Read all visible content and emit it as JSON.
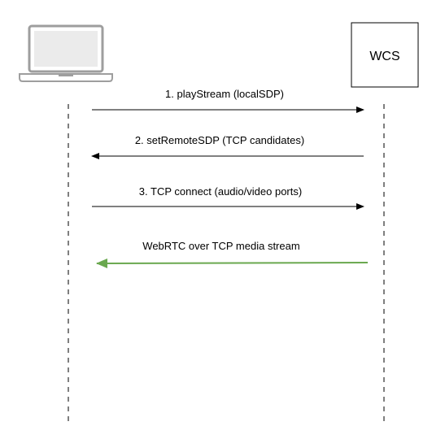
{
  "diagram": {
    "client": {
      "icon": "laptop-icon"
    },
    "server": {
      "label": "WCS"
    },
    "colors": {
      "arrow_default": "#000000",
      "arrow_media": "#6aa84f",
      "laptop": "#9e9e9e",
      "lifeline": "#555555"
    },
    "messages": [
      {
        "label": "1. playStream (localSDP)",
        "direction": "client-to-server"
      },
      {
        "label": "2. setRemoteSDP (TCP candidates)",
        "direction": "server-to-client"
      },
      {
        "label": "3. TCP connect (audio/video ports)",
        "direction": "client-to-server"
      },
      {
        "label": "WebRTC over TCP media stream",
        "direction": "server-to-client"
      }
    ]
  }
}
